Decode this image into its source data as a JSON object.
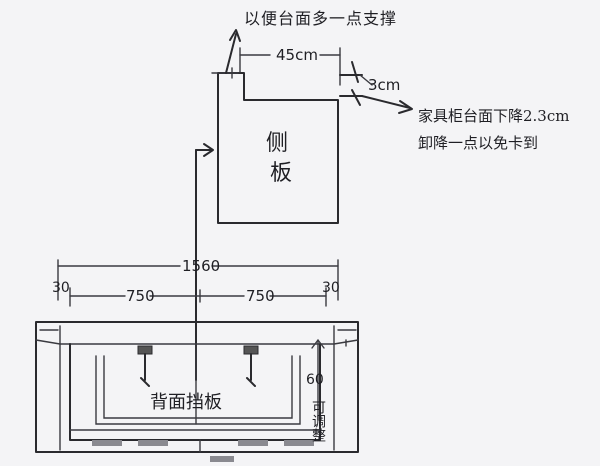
{
  "annotations": {
    "top_note": "以便台面多一点支撑",
    "side_panel_label_1": "侧",
    "side_panel_label_2": "板",
    "dim_width_top": "45cm",
    "dim_drop": "3cm",
    "right_note_line1": "家具柜台面下降2.3cm",
    "right_note_line2": "卸降一点以免卡到",
    "vanity_label": "背面挡板",
    "dim_height_side": "60",
    "side_text_vertical": "可调整"
  },
  "dimensions": {
    "overall": "1560",
    "left_edge": "30",
    "left_basin": "750",
    "right_basin": "750",
    "right_edge": "30"
  }
}
